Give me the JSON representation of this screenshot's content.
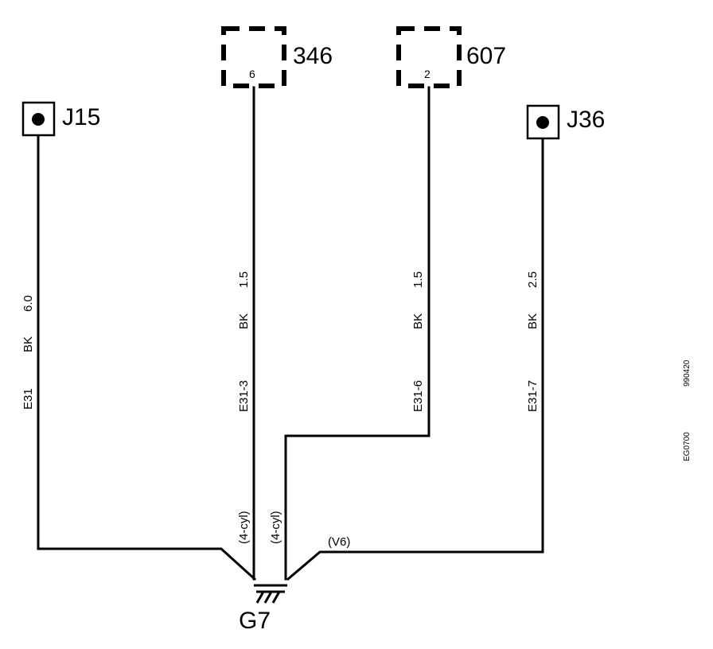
{
  "junctions": {
    "j15": "J15",
    "j36": "J36"
  },
  "connectors": {
    "c346": {
      "label": "346",
      "pin": "6"
    },
    "c607": {
      "label": "607",
      "pin": "2"
    }
  },
  "wires": {
    "e31": {
      "circuit": "E31",
      "color": "BK",
      "size": "6.0"
    },
    "e31_3": {
      "circuit": "E31-3",
      "color": "BK",
      "size": "1.5"
    },
    "e31_6": {
      "circuit": "E31-6",
      "color": "BK",
      "size": "1.5"
    },
    "e31_7": {
      "circuit": "E31-7",
      "color": "BK",
      "size": "2.5"
    }
  },
  "variants": {
    "four_cyl_a": "(4-cyl)",
    "four_cyl_b": "(4-cyl)",
    "v6": "(V6)"
  },
  "ground": "G7",
  "side_codes": {
    "code1": "990420",
    "code2": "EG0700"
  }
}
